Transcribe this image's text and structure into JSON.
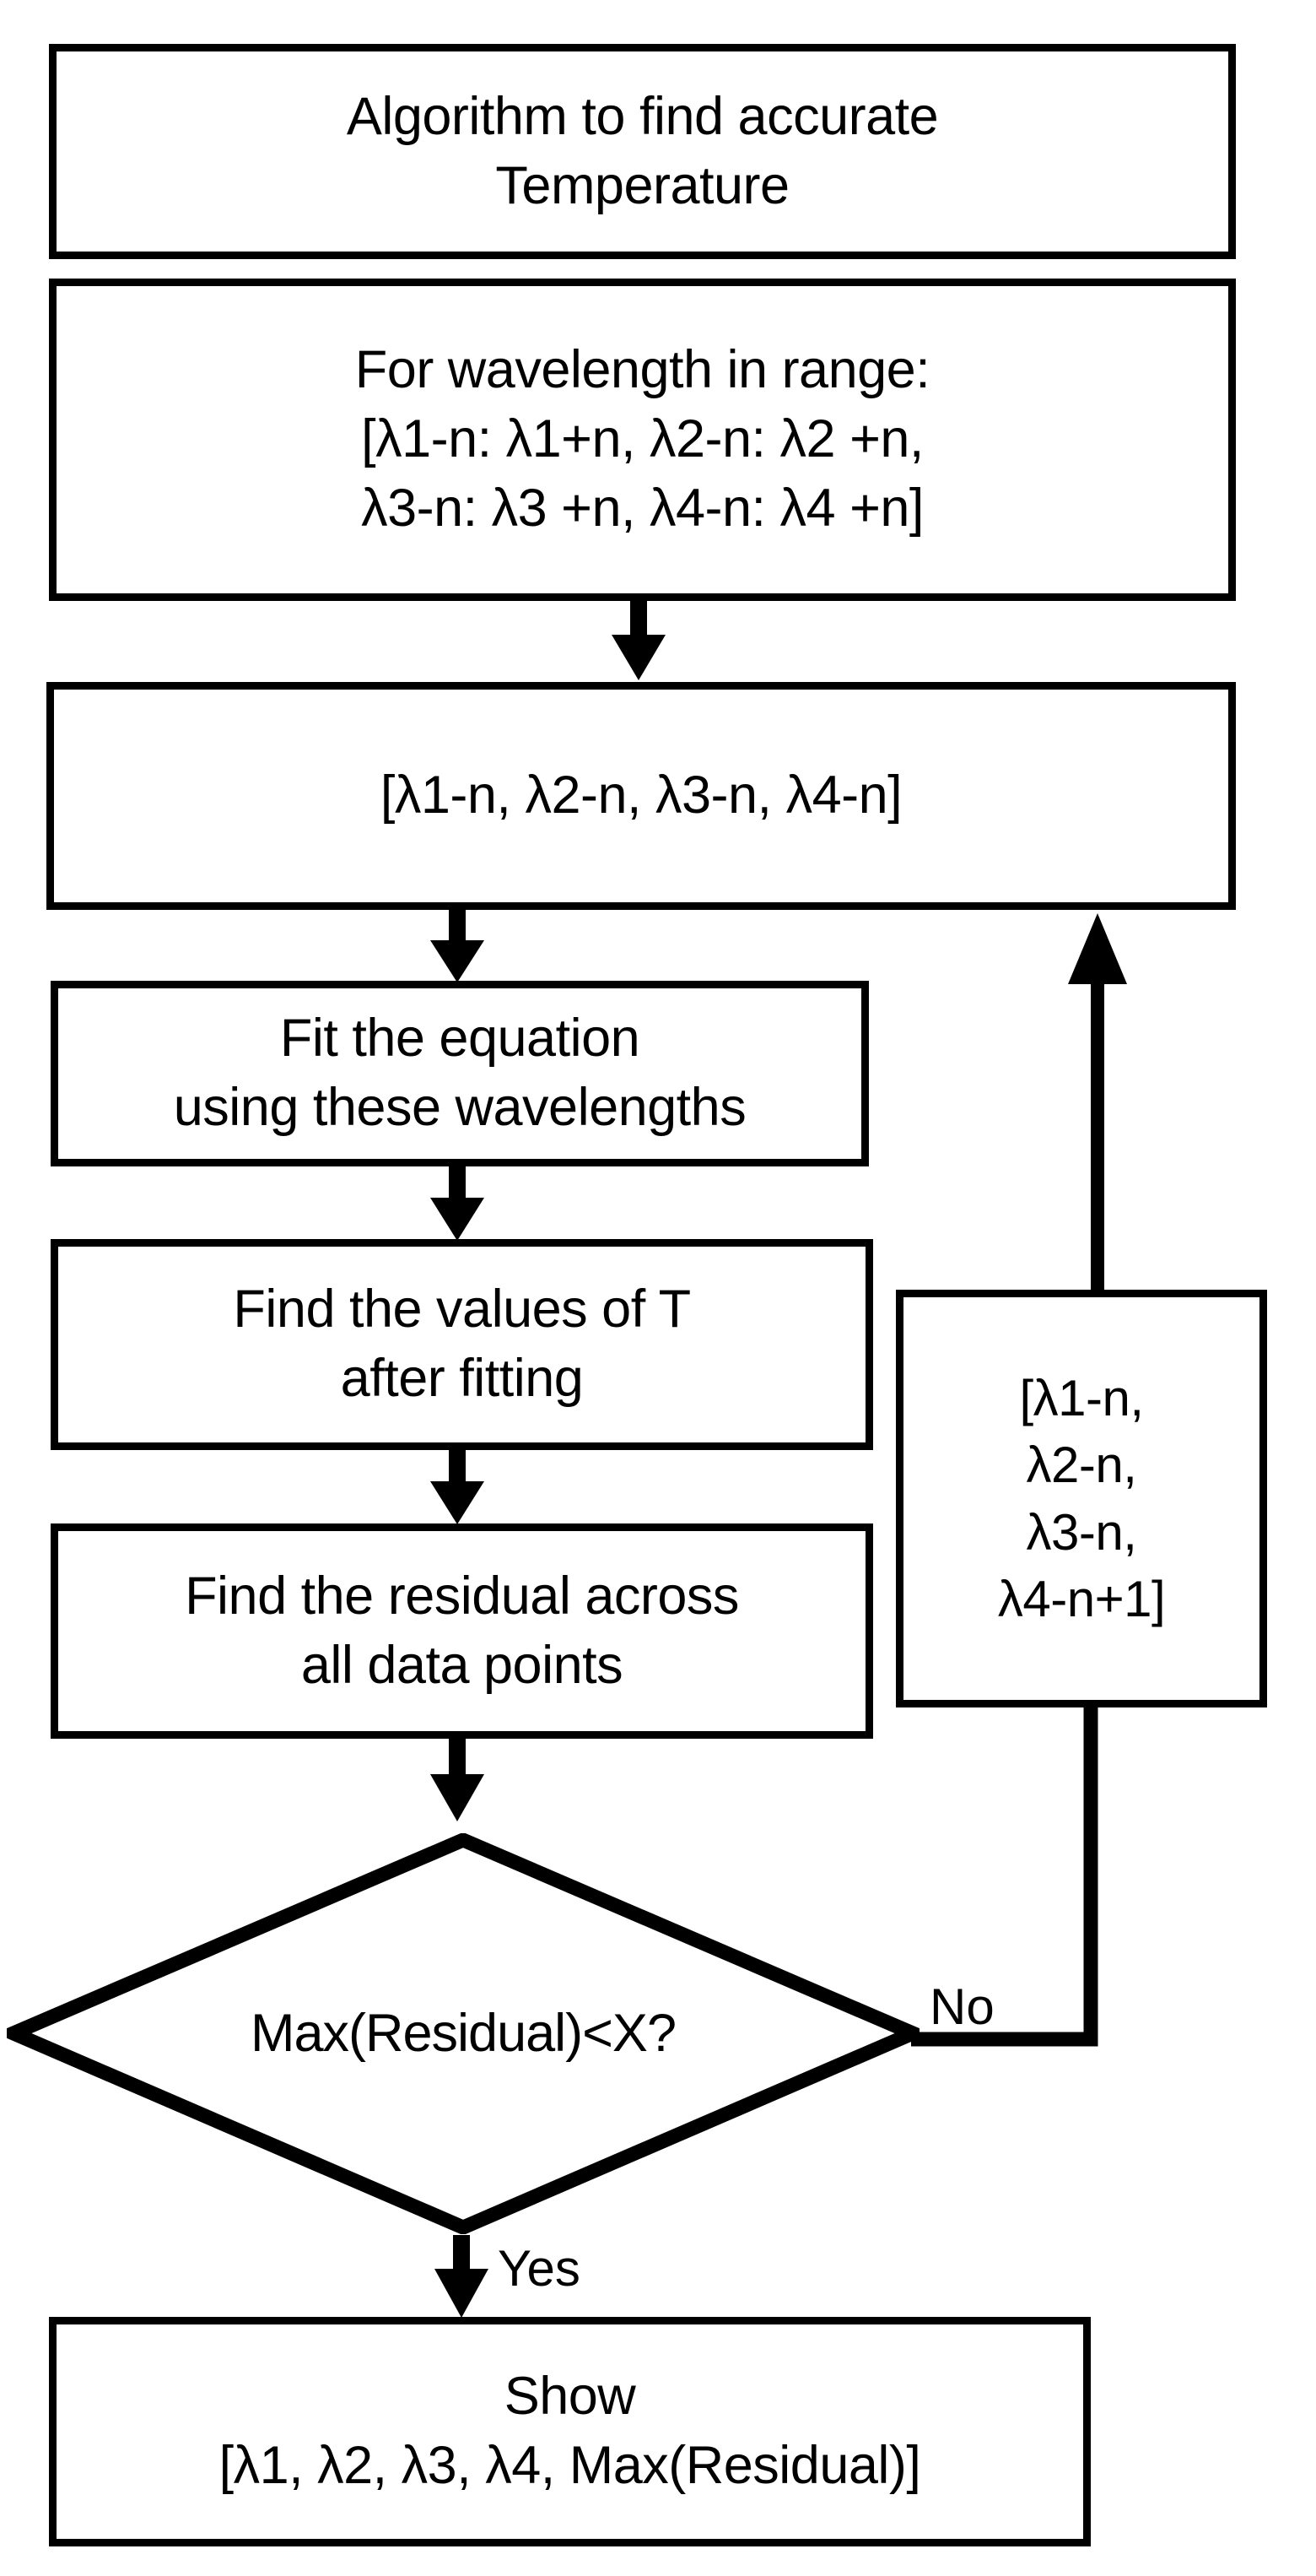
{
  "diagram": {
    "type": "flowchart",
    "orientation": "top-to-bottom",
    "background_color": "#ffffff",
    "line_color": "#000000",
    "text_color": "#000000",
    "nodes": {
      "title": {
        "shape": "rectangle",
        "text": "Algorithm to find accurate\nTemperature"
      },
      "for_range": {
        "shape": "rectangle",
        "text": "For wavelength in range:\n[λ1-n: λ1+n, λ2-n: λ2 +n,\nλ3-n: λ3 +n, λ4-n: λ4 +n]"
      },
      "current_set": {
        "shape": "rectangle",
        "text": "[λ1-n, λ2-n, λ3-n, λ4-n]"
      },
      "fit_equation": {
        "shape": "rectangle",
        "text": "Fit the equation\nusing these wavelengths"
      },
      "find_values": {
        "shape": "rectangle",
        "text": "Find the values of T\nafter fitting"
      },
      "find_residual": {
        "shape": "rectangle",
        "text": "Find the residual across\nall data points"
      },
      "decision": {
        "shape": "diamond",
        "text": "Max(Residual)<X?"
      },
      "next_set": {
        "shape": "rectangle",
        "text": "[λ1-n,\nλ2-n,\nλ3-n,\nλ4-n+1]"
      },
      "show_result": {
        "shape": "rectangle",
        "text": "Show\n[λ1, λ2, λ3, λ4, Max(Residual)]"
      }
    },
    "edge_labels": {
      "no": "No",
      "yes": "Yes"
    }
  }
}
